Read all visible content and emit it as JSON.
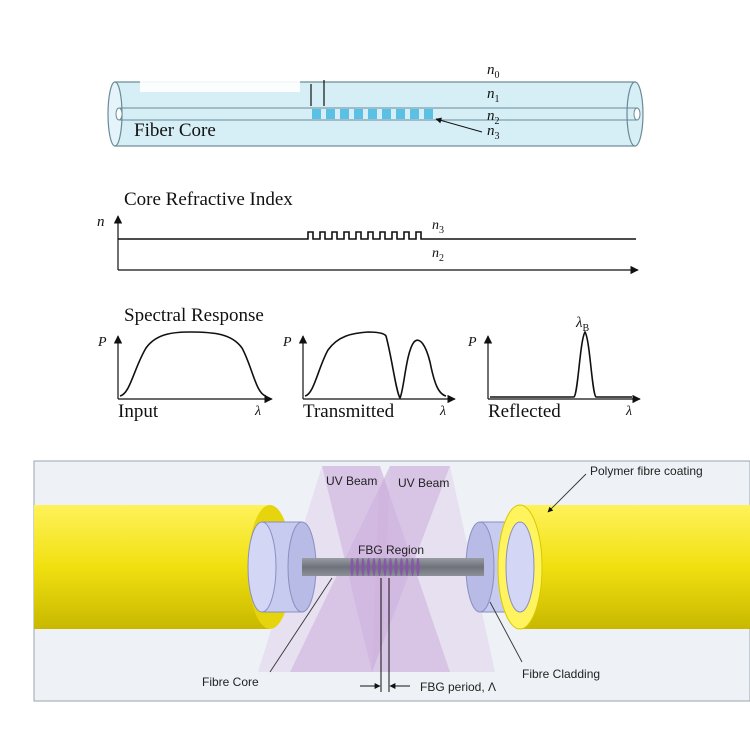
{
  "top_panel": {
    "fiber_core_label": "Fiber Core",
    "index_labels": {
      "n0": {
        "base": "n",
        "sub": "0"
      },
      "n1": {
        "base": "n",
        "sub": "1"
      },
      "n2": {
        "base": "n",
        "sub": "2"
      },
      "n3": {
        "base": "n",
        "sub": "3"
      }
    },
    "colors": {
      "cladding": "#cfeaf3",
      "grating": "#5bc0e6",
      "outline": "#6a8a96"
    }
  },
  "refractive_index": {
    "title": "Core Refractive Index",
    "axis_label": "n",
    "upper_label": {
      "base": "n",
      "sub": "3"
    },
    "lower_label": {
      "base": "n",
      "sub": "2"
    }
  },
  "spectral": {
    "title": "Spectral Response",
    "panels": [
      {
        "ylabel": "P",
        "xlabel": "λ",
        "caption": "Input"
      },
      {
        "ylabel": "P",
        "xlabel": "λ",
        "caption": "Transmitted"
      },
      {
        "ylabel": "P",
        "xlabel": "λ",
        "caption": "Reflected",
        "peak_label": {
          "base": "λ",
          "sub": "B"
        }
      }
    ]
  },
  "bottom_panel": {
    "uv_beam_left": "UV Beam",
    "uv_beam_right": "UV Beam",
    "fbg_region": "FBG Region",
    "coating_label": "Polymer fibre coating",
    "core_label": "Fibre Core",
    "cladding_label": "Fibre Cladding",
    "period_label": "FBG period, Λ",
    "colors": {
      "coating": "#f0e010",
      "cladding": "#c8cbf0",
      "uv_beam": "#c9a6d8",
      "core": "#7d8088",
      "background": "#eef2f6"
    }
  }
}
